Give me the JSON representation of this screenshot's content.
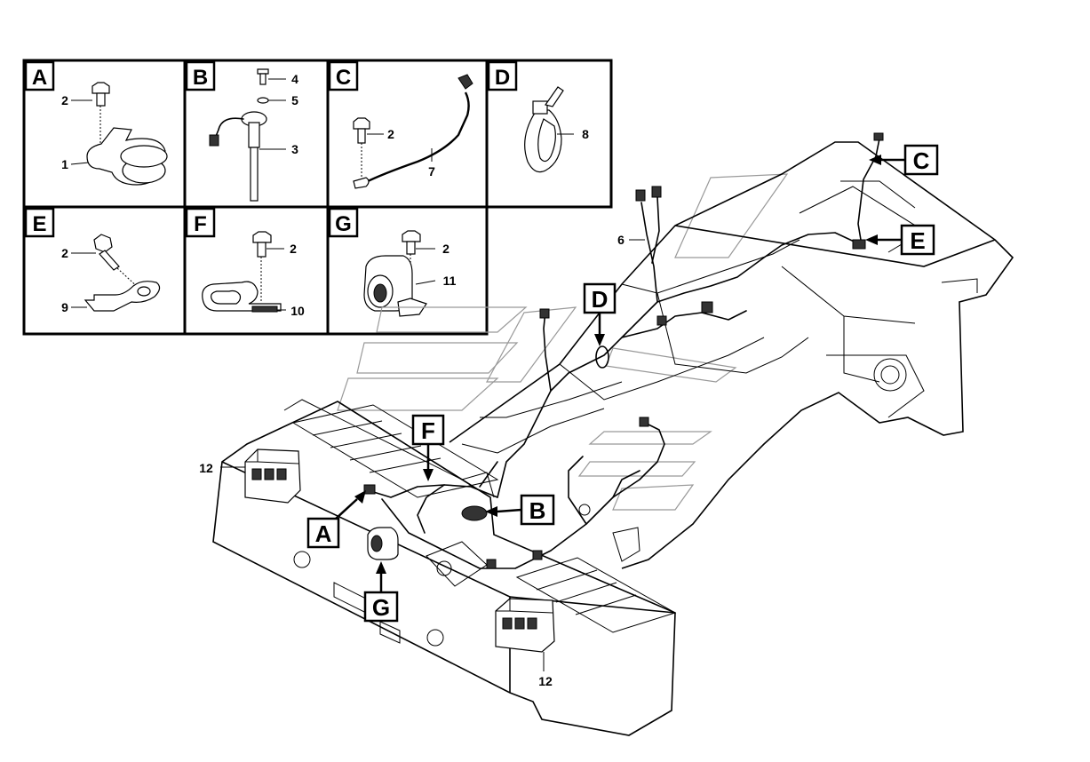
{
  "detail_boxes": [
    {
      "letter": "A",
      "callouts": [
        "2",
        "1"
      ]
    },
    {
      "letter": "B",
      "callouts": [
        "4",
        "5",
        "3"
      ]
    },
    {
      "letter": "C",
      "callouts": [
        "2",
        "7"
      ]
    },
    {
      "letter": "D",
      "callouts": [
        "8"
      ]
    },
    {
      "letter": "E",
      "callouts": [
        "2",
        "9"
      ]
    },
    {
      "letter": "F",
      "callouts": [
        "2",
        "10"
      ]
    },
    {
      "letter": "G",
      "callouts": [
        "2",
        "11"
      ]
    }
  ],
  "main_view": {
    "part_numbers": {
      "harness": "6",
      "light_left": "12",
      "light_right": "12"
    },
    "callouts": [
      "C",
      "E",
      "D",
      "F",
      "B",
      "A",
      "G"
    ]
  }
}
